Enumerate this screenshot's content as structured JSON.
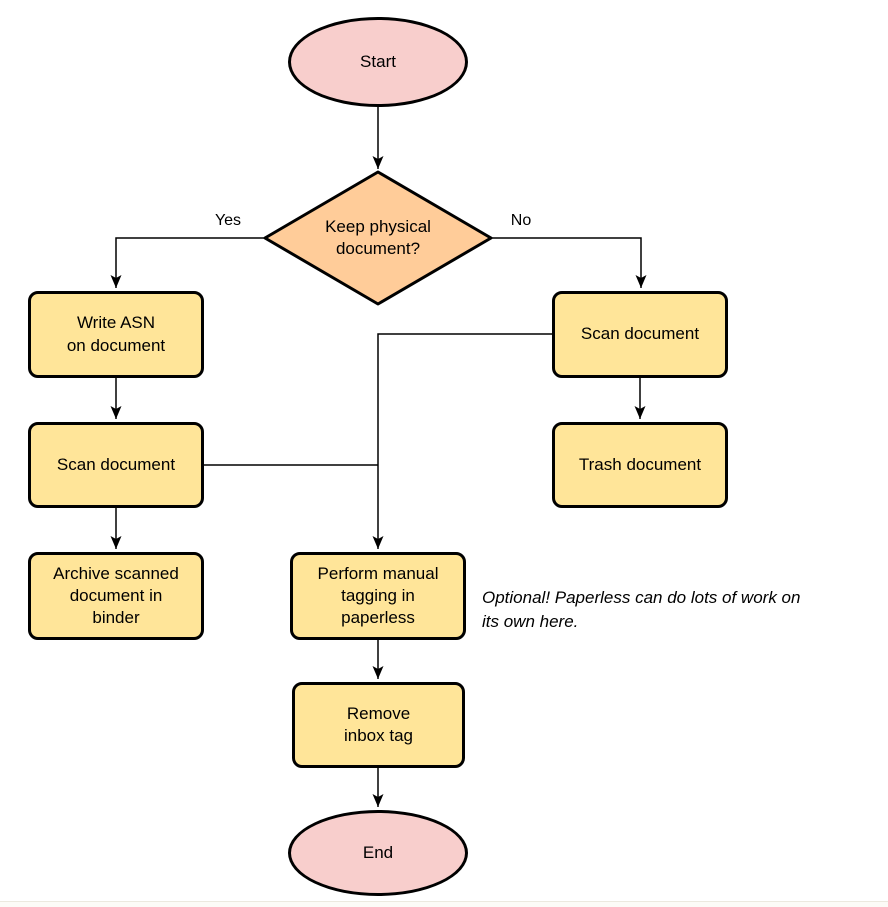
{
  "nodes": {
    "start": {
      "label": "Start",
      "type": "terminator"
    },
    "decision": {
      "label": "Keep physical\ndocument?",
      "type": "decision"
    },
    "write_asn": {
      "label": "Write ASN\non document",
      "type": "process"
    },
    "scan_left": {
      "label": "Scan document",
      "type": "process"
    },
    "archive": {
      "label": "Archive scanned\ndocument in\nbinder",
      "type": "process"
    },
    "scan_right": {
      "label": "Scan document",
      "type": "process"
    },
    "trash": {
      "label": "Trash document",
      "type": "process"
    },
    "tagging": {
      "label": "Perform manual\ntagging in\npaperless",
      "type": "process"
    },
    "remove_inbox": {
      "label": "Remove\ninbox tag",
      "type": "process"
    },
    "end": {
      "label": "End",
      "type": "terminator"
    }
  },
  "edge_labels": {
    "yes": "Yes",
    "no": "No"
  },
  "annotation": {
    "text": "Optional! Paperless can do lots of work on\nits own here."
  },
  "colors": {
    "terminator_fill": "#F8CECC",
    "decision_fill": "#FFCC99",
    "process_fill": "#FFE599",
    "stroke": "#000000"
  }
}
